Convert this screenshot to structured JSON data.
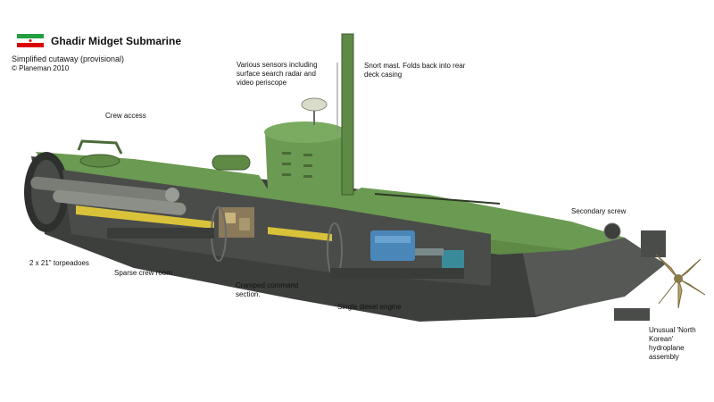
{
  "header": {
    "title": "Ghadir Midget Submarine",
    "subtitle": "Simplified cutaway (provisional)",
    "credit": "© Planeman 2010",
    "flag_colors": [
      "#239f40",
      "#ffffff",
      "#da0000"
    ]
  },
  "labels": {
    "crew_access": "Crew access",
    "sensors": "Various sensors including\nsurface search radar and\nvideo periscope",
    "snort": "Snort mast. Folds back into rear\ndeck casing",
    "secondary_screw": "Secondary screw",
    "torpedoes": "2 x 21\" torpeadoes",
    "crew_room": "Sparse crew room",
    "command": "Cramped command\nsection.",
    "diesel": "Single diesel engine",
    "hydroplane": "Unusual 'North Korean'\nhydroplane assembly"
  },
  "colors": {
    "hull_green": "#6b9a52",
    "deck_green": "#5e8a45",
    "hull_dark": "#3d3f3d",
    "interior": "#4a4c4a",
    "torpedo": "#7a7d76",
    "yellow": "#d9c23a",
    "engine_blue": "#4a86b8",
    "propeller": "#b5a56a"
  }
}
